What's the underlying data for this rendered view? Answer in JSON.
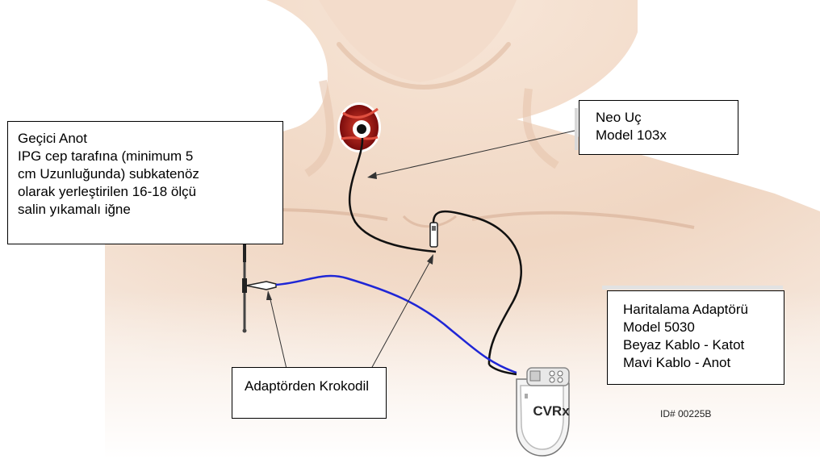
{
  "callouts": {
    "temporary_anode": {
      "lines": [
        "Geçici Anot",
        "IPG cep tarafına (minimum 5",
        "cm Uzunluğunda) subkatenöz",
        "olarak yerleştirilen 16-18 ölçü",
        "salin yıkamalı iğne"
      ]
    },
    "neo_lead": {
      "lines": [
        "Neo Uç",
        "Model 103x"
      ]
    },
    "mapping_adapter": {
      "lines": [
        "Haritalama Adaptörü",
        "Model 5030",
        "Beyaz Kablo - Katot",
        "Mavi Kablo - Anot"
      ]
    },
    "alligator_clip": {
      "lines": [
        "Adaptörden Krokodil"
      ]
    }
  },
  "device": {
    "logo_text": "CVRx"
  },
  "image_id": "ID# 00225B",
  "colors": {
    "skin": "#f2dccb",
    "skin_shadow": "#d9b39c",
    "blue_cable": "#1f26d6",
    "black_cable": "#111111",
    "artery": "#b01a1a"
  }
}
